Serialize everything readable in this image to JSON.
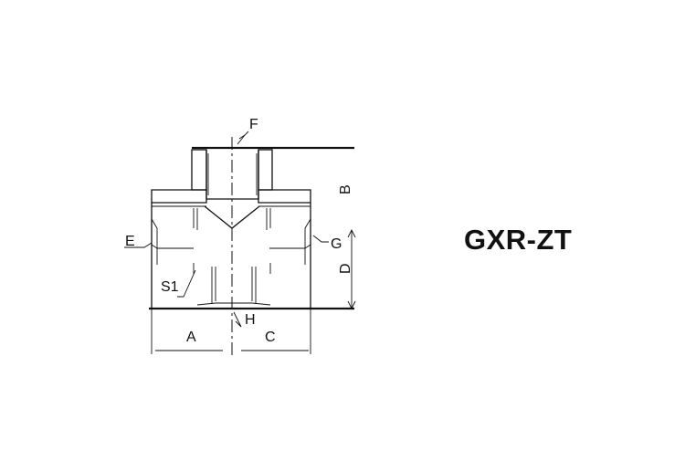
{
  "drawing": {
    "model_code": "GXR-ZT",
    "labels": {
      "F": "F",
      "B": "B",
      "E": "E",
      "G": "G",
      "D": "D",
      "S1": "S1",
      "H": "H",
      "A": "A",
      "C": "C"
    }
  }
}
